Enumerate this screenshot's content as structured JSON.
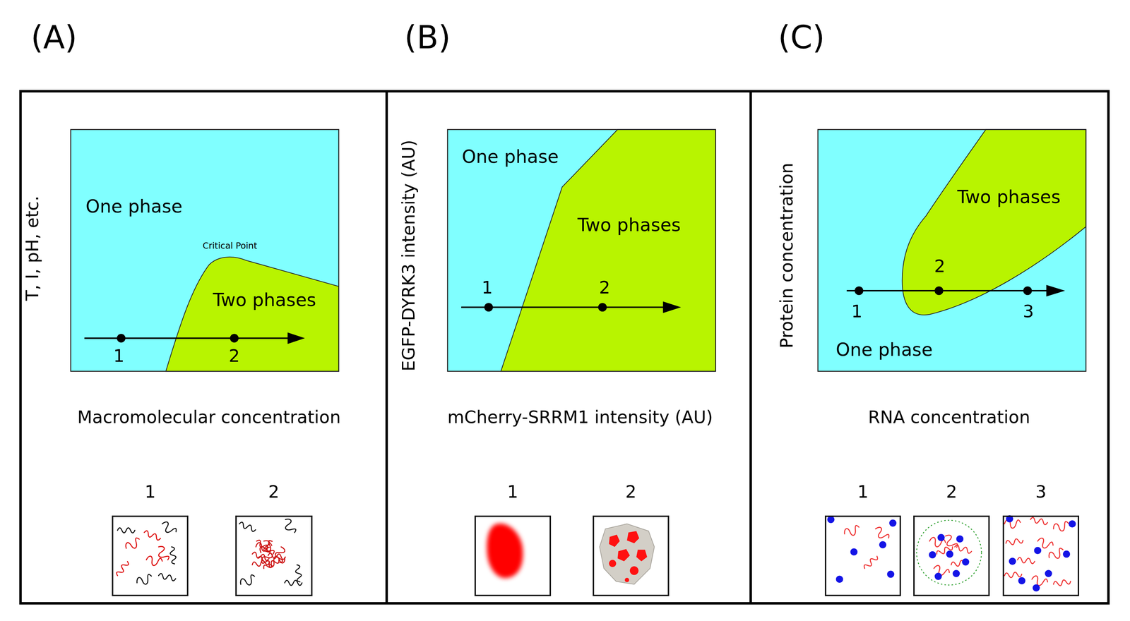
{
  "diagram": {
    "nodes": [
      {
        "text": [
          "(A)"
        ]
      },
      {
        "text": [
          "1"
        ],
        "in": 0
      },
      {
        "text": [
          "2"
        ],
        "in": 0
      },
      {
        "text": [
          "(B)"
        ]
      },
      {
        "text": [
          "1"
        ],
        "in": 3
      },
      {
        "text": [
          "2"
        ],
        "in": 3
      },
      {
        "text": [
          "(C)"
        ]
      },
      {
        "text": [
          "1"
        ],
        "in": 6
      },
      {
        "text": [
          "2"
        ],
        "in": 6
      },
      {
        "text": [
          "3"
        ],
        "in": 6
      }
    ],
    "labels": [
      "T, I, pH, etc.",
      "One phase",
      "Critical Point",
      "Two phases",
      "1",
      "2",
      "Macromolecular concentration",
      "EGFP-DYRK3 intensity (AU)",
      "One phase",
      "Two phases",
      "1",
      "2",
      "mCherry-SRRM1 intensity (AU)",
      "Protein concentration",
      "Two phases",
      "2",
      "1",
      "3",
      "One phase",
      "RNA concentration"
    ]
  }
}
